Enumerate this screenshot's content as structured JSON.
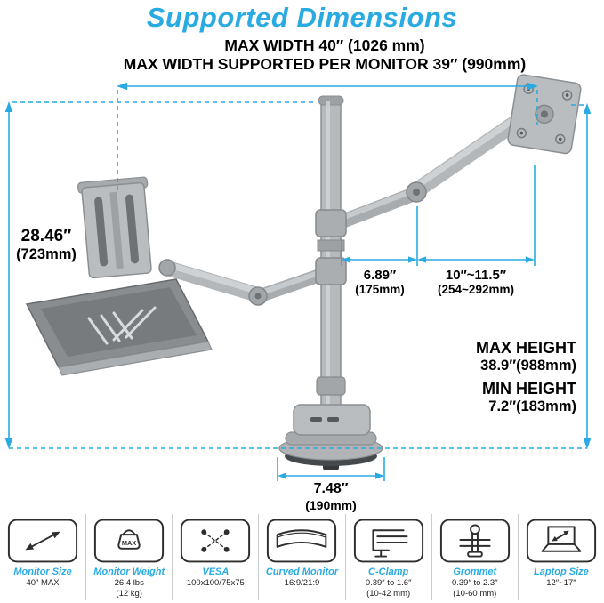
{
  "title": "Supported Dimensions",
  "header": {
    "max_width": "MAX WIDTH 40″ (1026 mm)",
    "max_width_per_monitor": "MAX WIDTH SUPPORTED PER MONITOR 39″ (990mm)"
  },
  "dimensions": {
    "left_height": {
      "value": "28.46″",
      "metric": "(723mm)"
    },
    "pole_to_elbow": {
      "value": "6.89″",
      "metric": "(175mm)"
    },
    "elbow_to_vesa": {
      "value": "10″~11.5″",
      "metric": "(254~292mm)"
    },
    "max_height": {
      "label": "MAX HEIGHT",
      "value": "38.9″(988mm)"
    },
    "min_height": {
      "label": "MIN HEIGHT",
      "value": "7.2″(183mm)"
    },
    "base_width": {
      "value": "7.48″",
      "metric": "(190mm)"
    }
  },
  "footer": {
    "items": [
      {
        "label": "Monitor Size",
        "detail": "40″ MAX"
      },
      {
        "label": "Monitor Weight",
        "detail": "26.4 lbs\n(12 kg)"
      },
      {
        "label": "VESA",
        "detail": "100x100/75x75"
      },
      {
        "label": "Curved Monitor",
        "detail": "16:9/21:9"
      },
      {
        "label": "C-Clamp",
        "detail": "0.39″ to 1.6″\n(10-42 mm)"
      },
      {
        "label": "Grommet",
        "detail": "0.39″ to 2.3″\n(10-60 mm)"
      },
      {
        "label": "Laptop Size",
        "detail": "12″~17″"
      }
    ],
    "weight_icon_text": "MAX"
  },
  "colors": {
    "accent_blue": "#29ABE2",
    "dimension_blue": "#29ABE2",
    "arm_silver": "#b6babd",
    "text_black": "#000000"
  }
}
